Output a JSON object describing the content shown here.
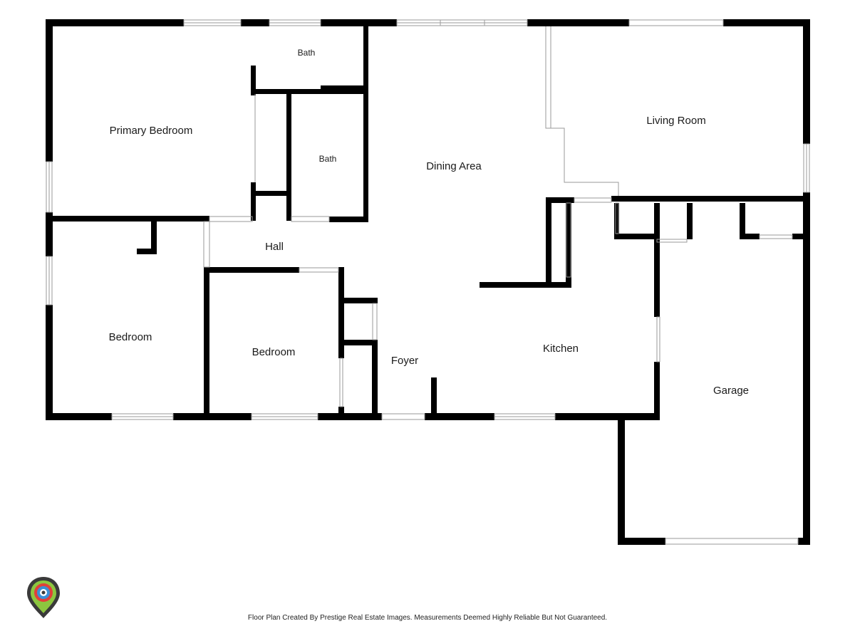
{
  "rooms": {
    "primary_bedroom": "Primary Bedroom",
    "bath_upper": "Bath",
    "bath_lower": "Bath",
    "dining_area": "Dining Area",
    "living_room": "Living Room",
    "hall": "Hall",
    "bedroom_left": "Bedroom",
    "bedroom_middle": "Bedroom",
    "foyer": "Foyer",
    "kitchen": "Kitchen",
    "garage": "Garage"
  },
  "footer_text": "Floor Plan Created By Prestige Real Estate Images. Measurements Deemed Highly Reliable But Not Guaranteed.",
  "logo_icon": "location-pin-eye-icon",
  "colors": {
    "wall": "#000000",
    "window": "#9a9a9a",
    "logo_outer": "#3a3a3a",
    "logo_green": "#8cc63f",
    "logo_red": "#e0403a",
    "logo_blue": "#3b8fd6"
  }
}
